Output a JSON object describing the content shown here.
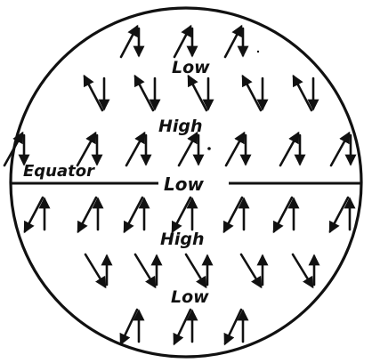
{
  "diagram": {
    "labels": {
      "low_top": "Low",
      "high_upper": "High",
      "equator": "Equator",
      "low_equator": "Low",
      "high_lower": "High",
      "low_bottom": "Low"
    },
    "colors": {
      "ink": "#111111",
      "paper": "#ffffff"
    },
    "arrow_rows": [
      {
        "row": "north-polar",
        "count": 3
      },
      {
        "row": "north-westerlies",
        "count": 5
      },
      {
        "row": "north-trades",
        "count": 7
      },
      {
        "row": "south-trades",
        "count": 7
      },
      {
        "row": "south-westerlies",
        "count": 5
      },
      {
        "row": "south-polar",
        "count": 3
      }
    ]
  }
}
